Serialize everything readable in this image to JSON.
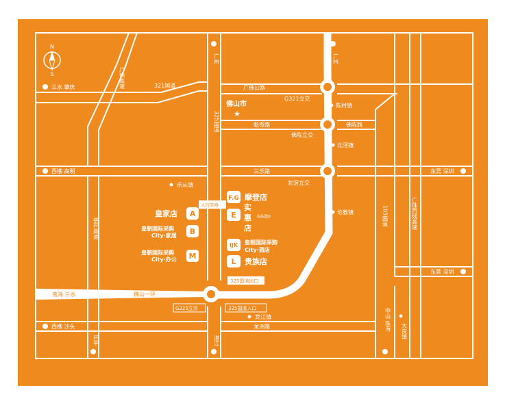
{
  "colors": {
    "orange": "#EE8A1E",
    "line": "#FFFFFF",
    "text_dark": "#333333"
  },
  "compass": {
    "north": "N",
    "south": "S"
  },
  "edge_labels": {
    "sanshui_zhaoqing": "三水 肇庆",
    "xiqiao_gaoming": "西樵 高明",
    "nanhai_sanshui": "南海 三水",
    "xiqiao_shatou": "西樵 沙头",
    "guangzhou_top_mid": "广州",
    "guangzhou_top_right": "广州",
    "dongguan_shenzhen_1": "东莞 深圳",
    "dongguan_shenzhen_2": "东莞 深圳",
    "zhanjiang": "湛江",
    "zhongshan_zhuhai": "中山 珠海",
    "kaiping": "开平",
    "daliang_town": "大良镇"
  },
  "roads": {
    "guangfo_expressway": "广佛高速",
    "fokai_expressway": "佛开高速",
    "national_321": "321国道",
    "guangfo_road": "广佛公路",
    "national_325_left": "325国道",
    "kuiqi_road": "魁奇路",
    "fochen_road": "佛陈路",
    "sanle_road": "三乐路",
    "foshan_ring": "佛山一环",
    "longzhou_road": "龙洲路",
    "national_105": "105国道",
    "guangzhu_west": "广珠西线高速"
  },
  "places": {
    "foshan_city": "佛山市",
    "chencun_town": "陈村镇",
    "beijiao_town": "北滘镇",
    "lecong_town": "乐从镇",
    "lunjiao_town": "伦教镇",
    "longjiang_town": "龙江镇",
    "g321_interchange": "G321立交",
    "fochen_interchange": "佛陈立交",
    "beijiao_interchange": "北滘立交",
    "g325_interchange": "G325立交",
    "exit_325": "325国道出口",
    "entrance_325": "325国道入口",
    "pedestrian_bridge": "人行天桥",
    "hotel": "尚品酒店"
  },
  "stores": [
    {
      "letter": "A",
      "name": "皇家店"
    },
    {
      "letter": "B",
      "name": "皇朝国际采购",
      "sub": "City·家居"
    },
    {
      "letter": "M",
      "name": "皇朝国际采购",
      "sub": "City·办公"
    },
    {
      "letter": "F.G",
      "name": "摩登店"
    },
    {
      "letter": "E",
      "name": "实",
      "name2": "惠",
      "name3": "店"
    },
    {
      "letter": "IJK",
      "name": "皇朝国际采购",
      "sub": "City·酒店"
    },
    {
      "letter": "L",
      "name": "贵族店"
    }
  ]
}
